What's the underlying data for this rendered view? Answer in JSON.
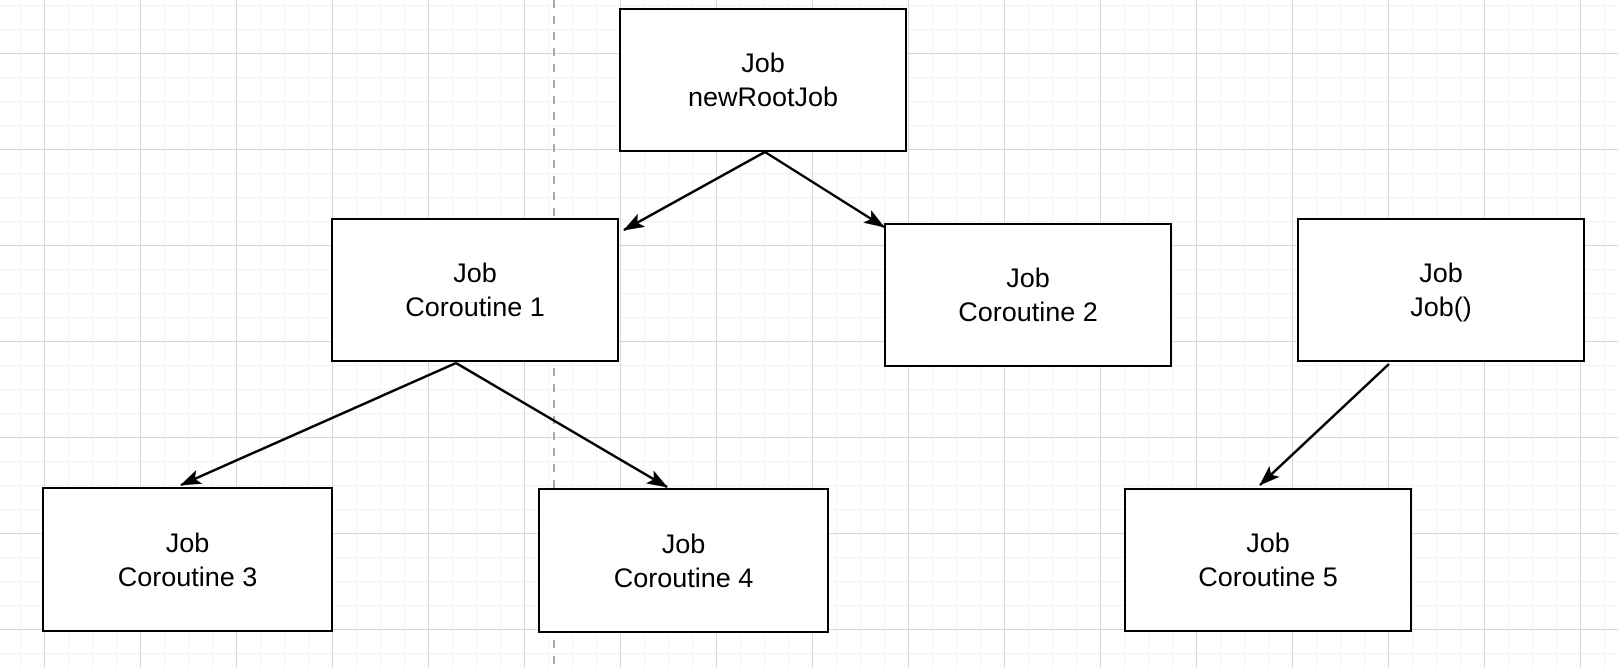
{
  "diagram": {
    "nodes": {
      "root": {
        "line1": "Job",
        "line2": "newRootJob"
      },
      "coroutine1": {
        "line1": "Job",
        "line2": "Coroutine 1"
      },
      "coroutine2": {
        "line1": "Job",
        "line2": "Coroutine 2"
      },
      "jobFactory": {
        "line1": "Job",
        "line2": "Job()"
      },
      "coroutine3": {
        "line1": "Job",
        "line2": "Coroutine 3"
      },
      "coroutine4": {
        "line1": "Job",
        "line2": "Coroutine 4"
      },
      "coroutine5": {
        "line1": "Job",
        "line2": "Coroutine 5"
      }
    },
    "edges": [
      {
        "from": "root",
        "to": "coroutine1"
      },
      {
        "from": "root",
        "to": "coroutine2"
      },
      {
        "from": "coroutine1",
        "to": "coroutine3"
      },
      {
        "from": "coroutine1",
        "to": "coroutine4"
      },
      {
        "from": "jobFactory",
        "to": "coroutine5"
      }
    ],
    "colors": {
      "canvas_background": "#ffffff",
      "grid_minor": "#f2f2f2",
      "grid_major": "#d8d8d8",
      "node_fill": "#ffffff",
      "node_border": "#000000",
      "text": "#000000",
      "arrow": "#000000",
      "guide_dashed_line": "#ababab"
    }
  }
}
